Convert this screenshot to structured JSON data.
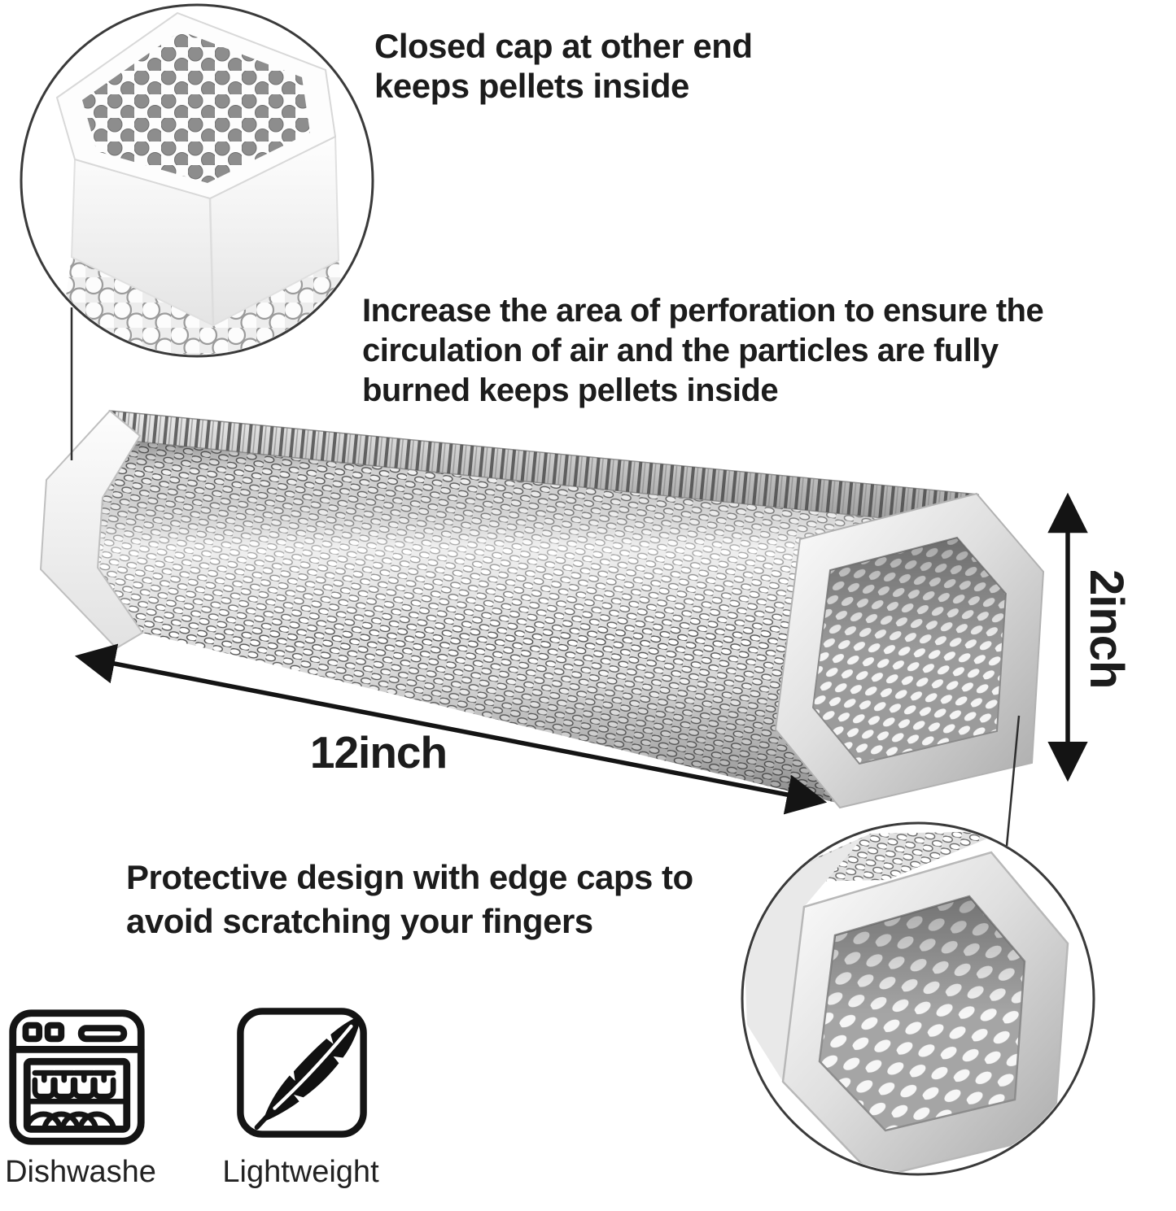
{
  "colors": {
    "background": "#ffffff",
    "text": "#1c1c1c",
    "line": "#1c1c1c",
    "steel_light": "#f5f5f5",
    "steel_mid": "#cfcfcf",
    "steel_dark": "#8f8f8f"
  },
  "annotations": {
    "closed_cap": "Closed cap at other end\nkeeps pellets inside",
    "perforation": "Increase the area of perforation to ensure the\ncirculation of air and the particles are fully\nburned keeps pellets inside",
    "protective": "Protective design with edge caps to\navoid scratching your fingers"
  },
  "dimensions": {
    "length": "12inch",
    "diameter": "2inch"
  },
  "features": [
    {
      "icon": "dishwasher-icon",
      "label": "Dishwashe"
    },
    {
      "icon": "feather-icon",
      "label": "Lightweight"
    }
  ]
}
